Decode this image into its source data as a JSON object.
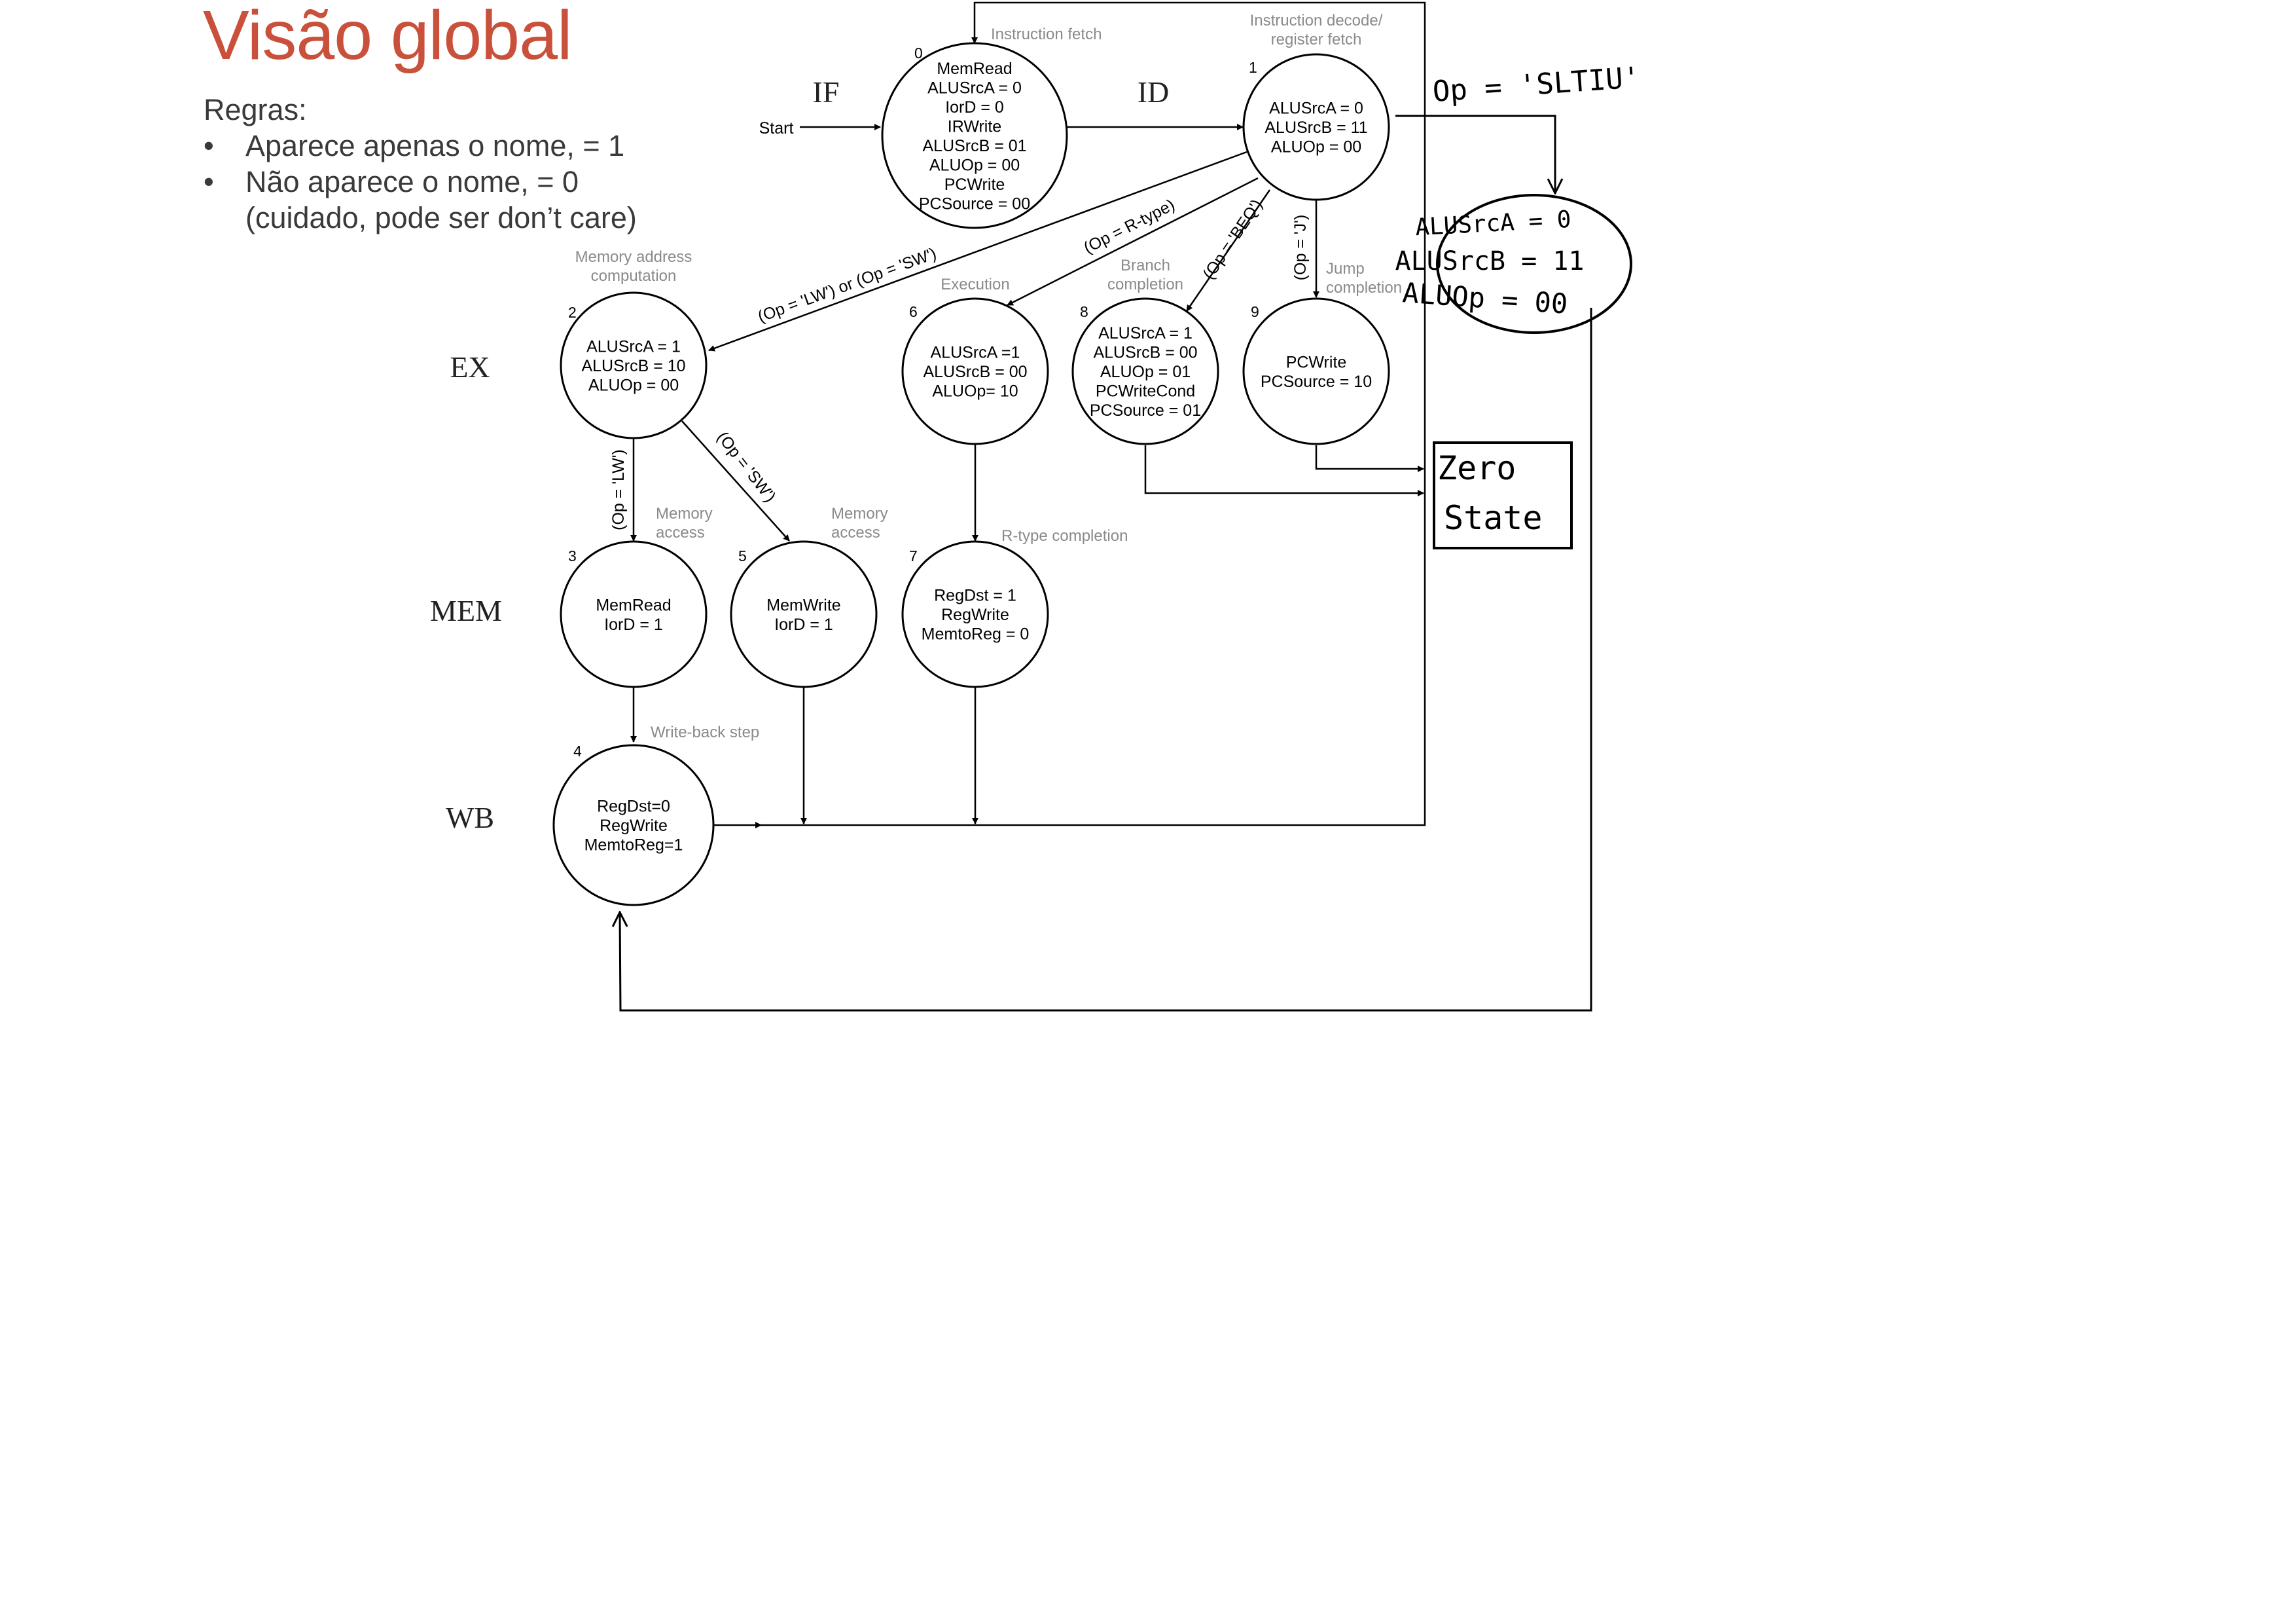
{
  "title": "Visão global",
  "rules": {
    "heading": "Regras:",
    "items": [
      "Aparece apenas o nome, = 1",
      "Não aparece o nome, = 0"
    ],
    "note": "(cuidado, pode ser don’t care)"
  },
  "stages": {
    "if": "IF",
    "id": "ID",
    "ex": "EX",
    "mem": "MEM",
    "wb": "WB"
  },
  "start_label": "Start",
  "states": [
    {
      "num": "0",
      "caption": [
        "Instruction fetch"
      ],
      "signals": [
        "MemRead",
        "ALUSrcA = 0",
        "IorD = 0",
        "IRWrite",
        "ALUSrcB = 01",
        "ALUOp = 00",
        "PCWrite",
        "PCSource = 00"
      ]
    },
    {
      "num": "1",
      "caption": [
        "Instruction decode/",
        "register fetch"
      ],
      "signals": [
        "ALUSrcA = 0",
        "ALUSrcB = 11",
        "ALUOp = 00"
      ]
    },
    {
      "num": "2",
      "caption": [
        "Memory address",
        "computation"
      ],
      "signals": [
        "ALUSrcA = 1",
        "ALUSrcB = 10",
        "ALUOp = 00"
      ]
    },
    {
      "num": "6",
      "caption": [
        "Execution"
      ],
      "signals": [
        "ALUSrcA =1",
        "ALUSrcB = 00",
        "ALUOp= 10"
      ]
    },
    {
      "num": "8",
      "caption": [
        "Branch",
        "completion"
      ],
      "signals": [
        "ALUSrcA = 1",
        "ALUSrcB = 00",
        "ALUOp = 01",
        "PCWriteCond",
        "PCSource = 01"
      ]
    },
    {
      "num": "9",
      "caption": [
        "Jump",
        "completion"
      ],
      "signals": [
        "PCWrite",
        "PCSource = 10"
      ]
    },
    {
      "num": "3",
      "caption": [
        "Memory",
        "access"
      ],
      "signals": [
        "MemRead",
        "IorD = 1"
      ]
    },
    {
      "num": "5",
      "caption": [
        "Memory",
        "access"
      ],
      "signals": [
        "MemWrite",
        "IorD = 1"
      ]
    },
    {
      "num": "7",
      "caption": [
        "R-type completion"
      ],
      "signals": [
        "RegDst = 1",
        "RegWrite",
        "MemtoReg = 0"
      ]
    },
    {
      "num": "4",
      "caption": [
        "Write-back step"
      ],
      "signals": [
        "RegDst=0",
        "RegWrite",
        "MemtoReg=1"
      ]
    }
  ],
  "conditions": {
    "lw_sw": "(Op = 'LW') or (Op = 'SW')",
    "rtype": "(Op = R-type)",
    "beq": "(Op = 'BEQ')",
    "j": "(Op = 'J')",
    "lw": "(Op = 'LW')",
    "sw": "(Op = 'SW')"
  },
  "handwritten": {
    "condition": "Op = 'SLTIU'",
    "new_state": [
      "ALUSrcA = 0",
      "ALUSrcB = 11",
      "ALUOp = 00"
    ],
    "zero_state": [
      "Zero",
      "State"
    ]
  },
  "colors": {
    "title": "#c9513b",
    "caption": "#8a8a8a",
    "line": "#000000"
  }
}
